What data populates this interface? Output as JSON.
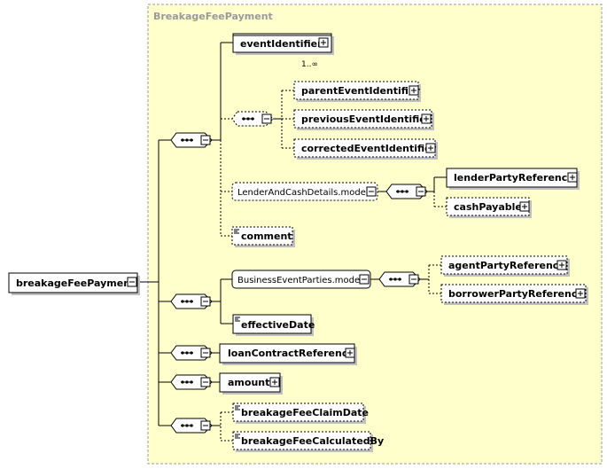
{
  "group_title": "BreakageFeePayment",
  "root": {
    "label": "breakageFeePayment"
  },
  "elements": {
    "event_identifier": {
      "label": "eventIdentifier",
      "occurs": "1..∞"
    },
    "parent_event_identifier": {
      "label": "parentEventIdentifier"
    },
    "previous_event_identifier": {
      "label": "previousEventIdentifier"
    },
    "corrected_event_identifier": {
      "label": "correctedEventIdentifier"
    },
    "lender_and_cash_model": {
      "label": "LenderAndCashDetails.model"
    },
    "lender_party_reference": {
      "label": "lenderPartyReference"
    },
    "cash_payable": {
      "label": "cashPayable"
    },
    "comment": {
      "label": "comment"
    },
    "business_event_parties_model": {
      "label": "BusinessEventParties.model"
    },
    "agent_party_reference": {
      "label": "agentPartyReference"
    },
    "borrower_party_reference": {
      "label": "borrowerPartyReference"
    },
    "effective_date": {
      "label": "effectiveDate"
    },
    "loan_contract_reference": {
      "label": "loanContractReference"
    },
    "amount": {
      "label": "amount"
    },
    "breakage_fee_claim_date": {
      "label": "breakageFeeClaimDate"
    },
    "breakage_fee_calculated_by": {
      "label": "breakageFeeCalculatedBy"
    }
  },
  "colors": {
    "group_fill": "#ffffcc",
    "group_border": "#999999",
    "box_fill": "#ffffff",
    "shadow": "#c0c0c0"
  }
}
